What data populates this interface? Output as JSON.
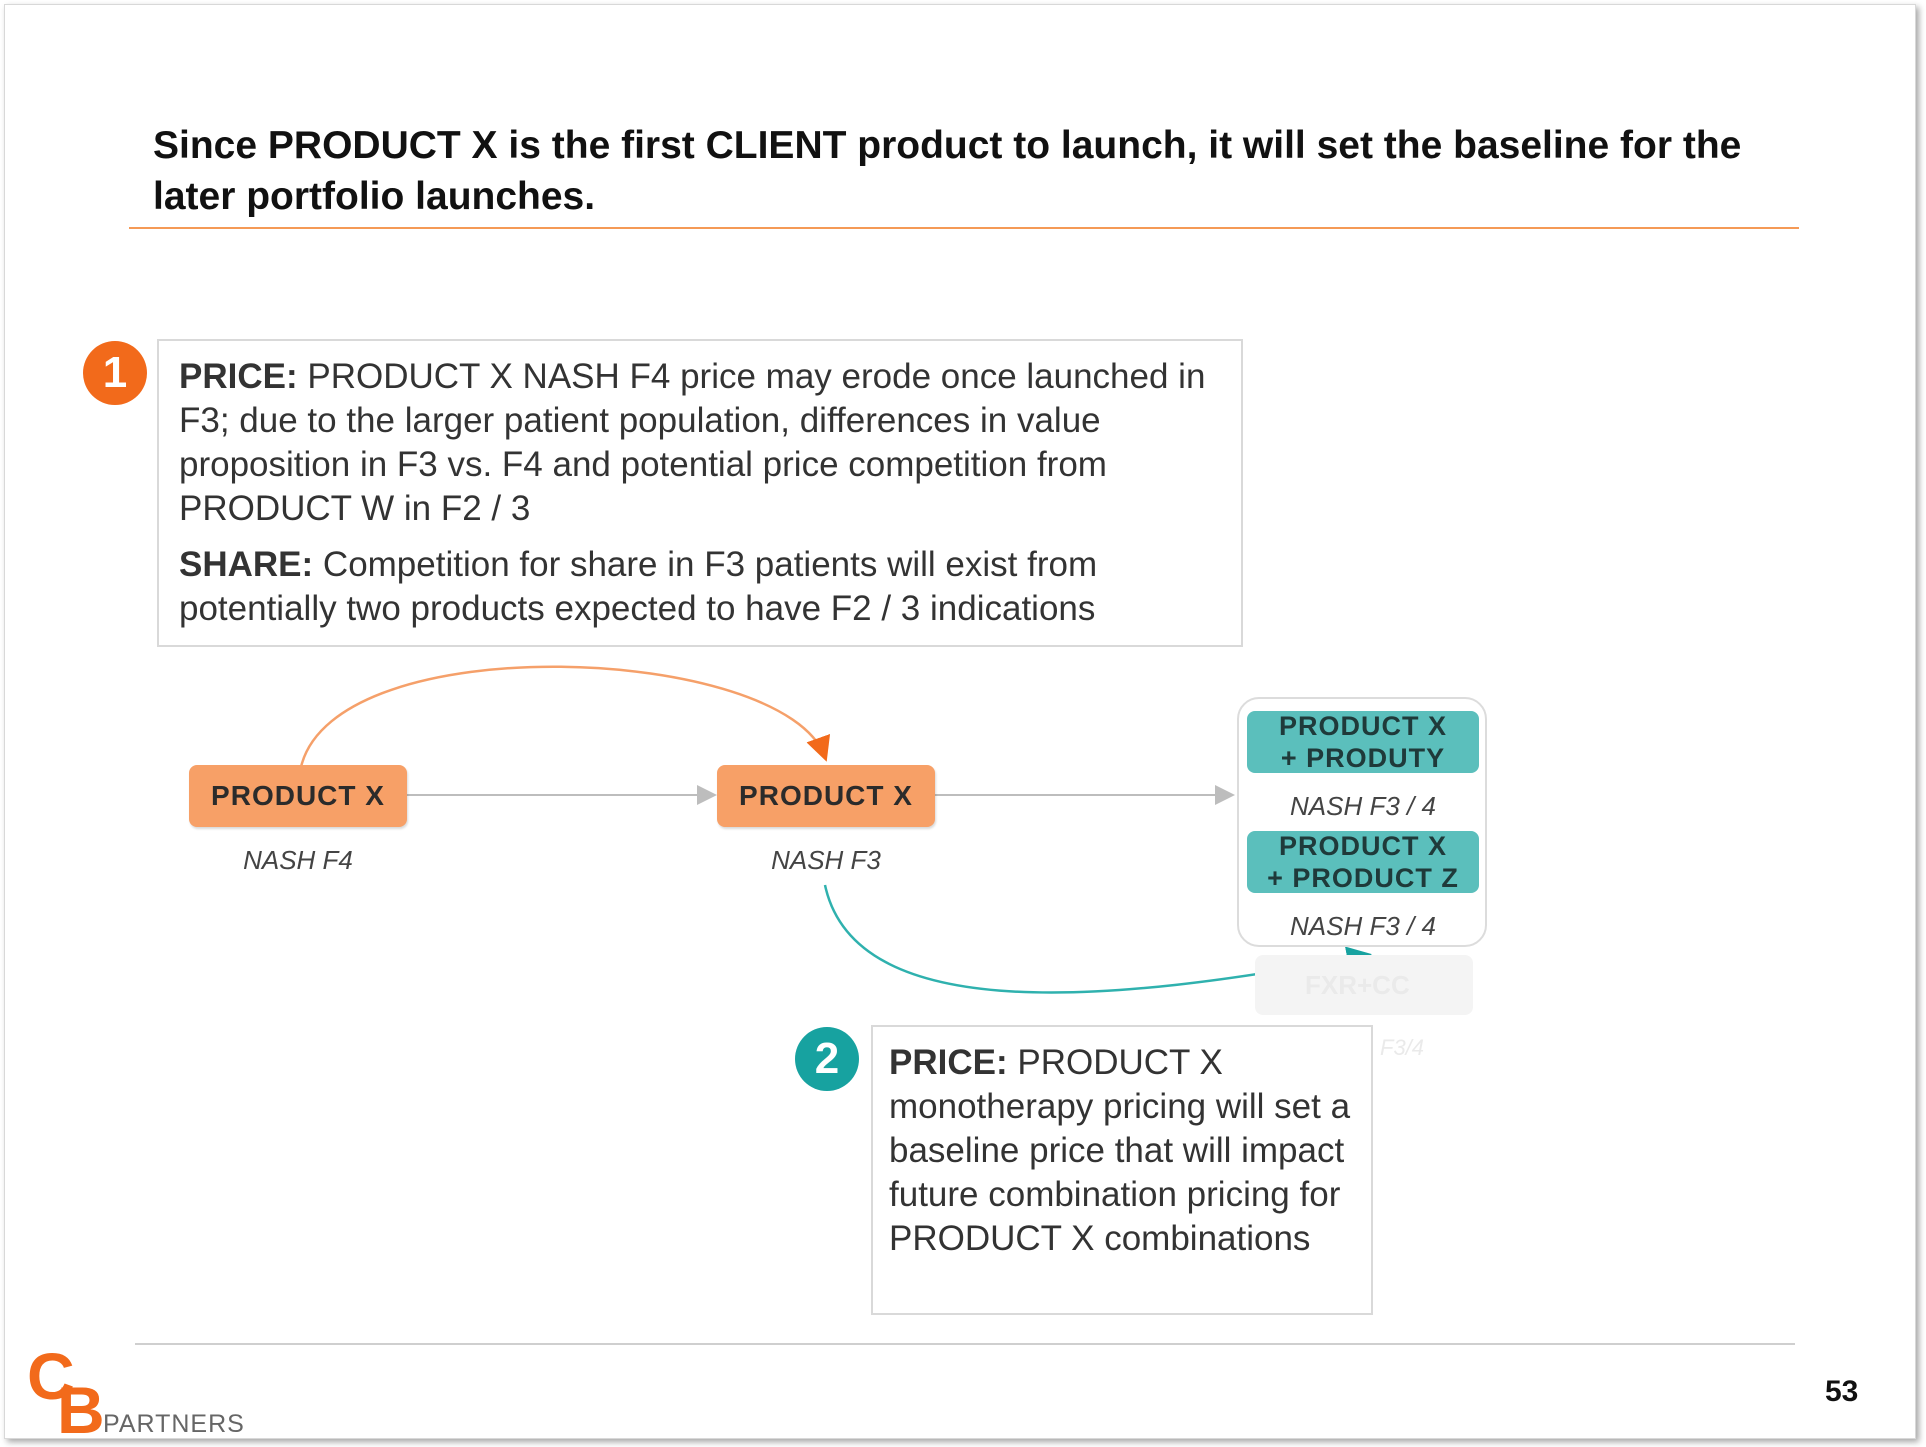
{
  "title": "Since PRODUCT X is the first CLIENT product to launch, it will set the baseline for the later portfolio launches.",
  "callout1": {
    "badge": "1",
    "price_label": "PRICE:",
    "price_text": " PRODUCT X NASH F4 price may erode once launched in F3; due to the larger patient population, differences in value proposition in F3 vs. F4 and potential price competition from PRODUCT W in F2 / 3",
    "share_label": "SHARE:",
    "share_text": " Competition for share in F3 patients will exist from potentially two products expected to have F2 / 3 indications"
  },
  "flow": {
    "node1": {
      "label": "PRODUCT X",
      "sub": "NASH F4"
    },
    "node2": {
      "label": "PRODUCT X",
      "sub": "NASH F3"
    },
    "combo1": {
      "line1": "PRODUCT X",
      "line2": "+ PRODUTY",
      "sub": "NASH F3 / 4"
    },
    "combo2": {
      "line1": "PRODUCT X",
      "line2": "+ PRODUCT Z",
      "sub": "NASH F3 / 4"
    },
    "faded_label": "FXR+CC",
    "faded_sub": "F3/4"
  },
  "callout2": {
    "badge": "2",
    "price_label": "PRICE:",
    "price_text": " PRODUCT X monotherapy pricing will set a baseline price that will impact future combination pricing for PRODUCT X combinations"
  },
  "footer": {
    "page_number": "53",
    "logo_c": "C",
    "logo_b": "B",
    "logo_word": "PARTNERS"
  },
  "colors": {
    "orange": "#f7a067",
    "orange_dark": "#f26a1b",
    "teal": "#5bbfbc",
    "teal_dark": "#17a2a0"
  }
}
